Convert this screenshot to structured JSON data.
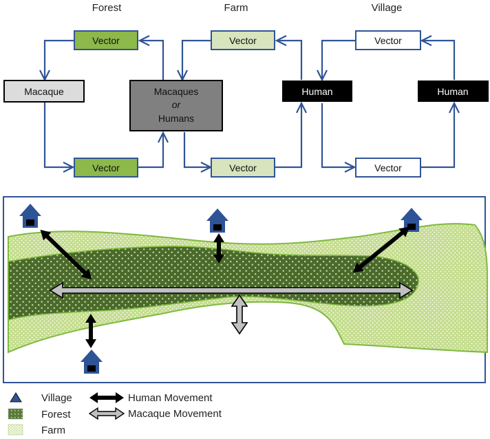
{
  "columns": {
    "forest": "Forest",
    "farm": "Farm",
    "village": "Village"
  },
  "boxes": {
    "forest_vector_top": "Vector",
    "forest_vector_bottom": "Vector",
    "macaque": "Macaque",
    "mixed_host": {
      "line1": "Macaques",
      "line2": "or",
      "line3": "Humans"
    },
    "farm_vector_top": "Vector",
    "farm_vector_bottom": "Vector",
    "farm_human": "Human",
    "village_vector_top": "Vector",
    "village_vector_bottom": "Vector",
    "village_human": "Human"
  },
  "legend": {
    "village": "Village",
    "forest": "Forest",
    "farm": "Farm",
    "human_movement": "Human Movement",
    "macaque_movement": "Macaque Movement"
  },
  "colors": {
    "arrow_blue": "#2f5496",
    "forest_box": "#8db84a",
    "farm_box": "#d7e4bd",
    "macaque_box": "#dcdcdc",
    "mixed_box": "#808080",
    "human_box": "#000000",
    "farm_zone": "#c5dd8f",
    "forest_zone": "#4a6a2a",
    "zone_border": "#7fb93f",
    "house_blue": "#2f5496",
    "map_border": "#2f5496"
  }
}
